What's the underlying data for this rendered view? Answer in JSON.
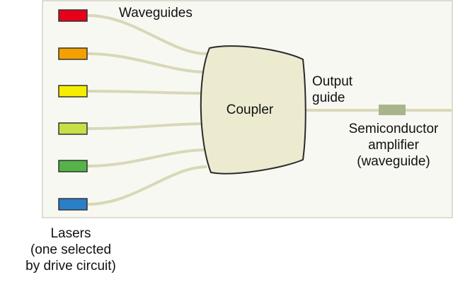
{
  "labels": {
    "waveguides": "Waveguides",
    "coupler": "Coupler",
    "output_guide": [
      "Output",
      "guide"
    ],
    "amplifier": [
      "Semiconductor",
      "amplifier",
      "(waveguide)"
    ],
    "lasers": [
      "Lasers",
      "(one selected",
      "by drive circuit)"
    ]
  },
  "colors": {
    "panel_bg": "#f8f8f2",
    "panel_border": "#d2d2c4",
    "waveguide": "#d8d8b8",
    "coupler_fill": "#ecebd0",
    "coupler_stroke": "#2a2a2a",
    "amplifier": "#a9b48c",
    "lasers": [
      "#e8001a",
      "#f4a000",
      "#f6ee00",
      "#c8df45",
      "#55b348",
      "#2a7fc8"
    ]
  }
}
